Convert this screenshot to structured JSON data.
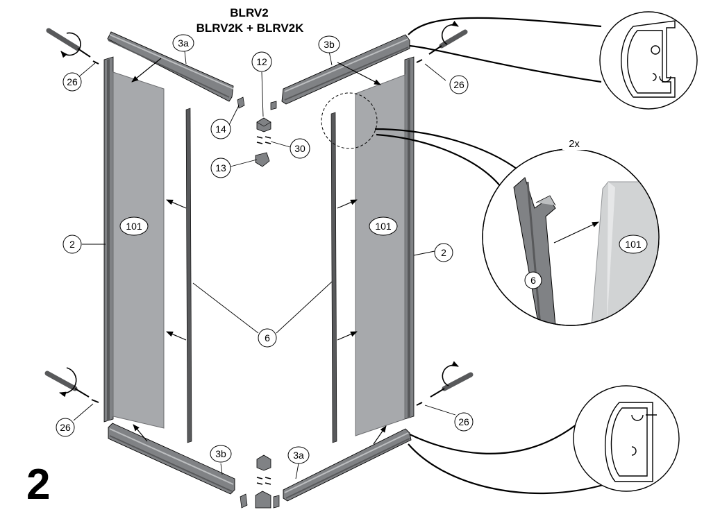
{
  "title": {
    "line1": "BLRV2",
    "line2": "BLRV2K + BLRV2K"
  },
  "step_number": "2",
  "callouts": {
    "c26_top_left": "26",
    "c26_top_right": "26",
    "c26_bottom_left": "26",
    "c26_bottom_right": "26",
    "c3a_top": "3a",
    "c3b_top": "3b",
    "c3b_bottom": "3b",
    "c3a_bottom": "3a",
    "c12": "12",
    "c14": "14",
    "c30": "30",
    "c13": "13",
    "c101_left": "101",
    "c101_right": "101",
    "c2_left": "2",
    "c2_right": "2",
    "c6": "6"
  },
  "detail": {
    "multiplier": "2x",
    "label_6": "6",
    "label_101": "101"
  },
  "colors": {
    "line": "#000000",
    "glass": "#a7a9ac",
    "glass_edge": "#6d6e71",
    "profile_dark": "#58595b",
    "profile_mid": "#808285",
    "profile_light": "#bcbec0",
    "background": "#ffffff"
  },
  "icons": [
    "screwdriver-icon",
    "rotation-arrow-icon",
    "screw-icon"
  ]
}
